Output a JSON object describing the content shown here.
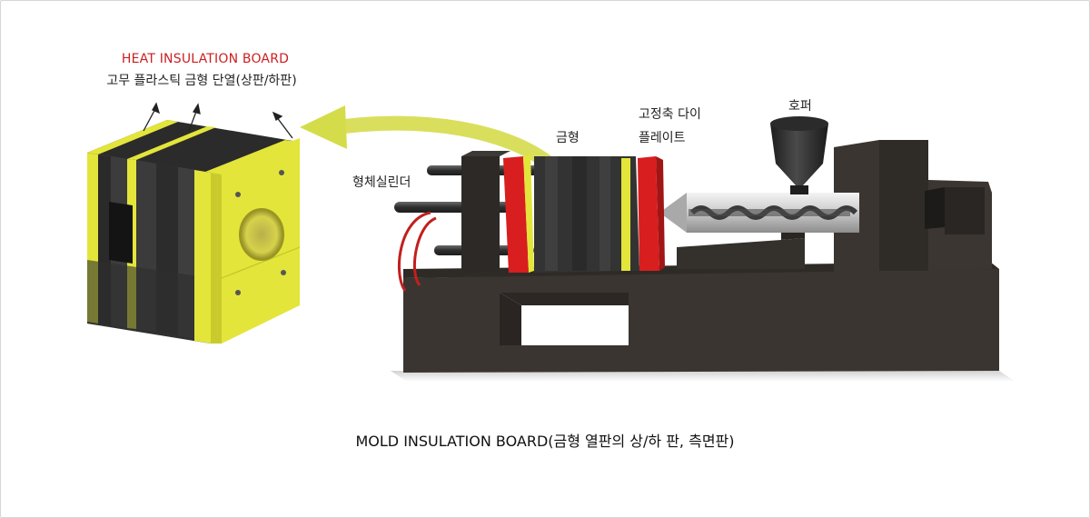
{
  "board": {
    "title": "HEAT INSULATION BOARD",
    "subtitle": "고무 플라스틱 금형 단열(상판/하판)"
  },
  "labels": {
    "cylinder": "형체실린더",
    "mold": "금형",
    "die_plate_line1": "고정축 다이",
    "die_plate_line2": "플레이트",
    "hopper": "호퍼"
  },
  "caption": "MOLD INSULATION BOARD(금형 열판의 상/하 판, 측면판)",
  "colors": {
    "insulation": "#e3e53a",
    "platen_red": "#d81e1e",
    "machine_dark": "#3a3a3a",
    "arrow": "#d5dc4a",
    "title_red": "#cc1f1f"
  }
}
